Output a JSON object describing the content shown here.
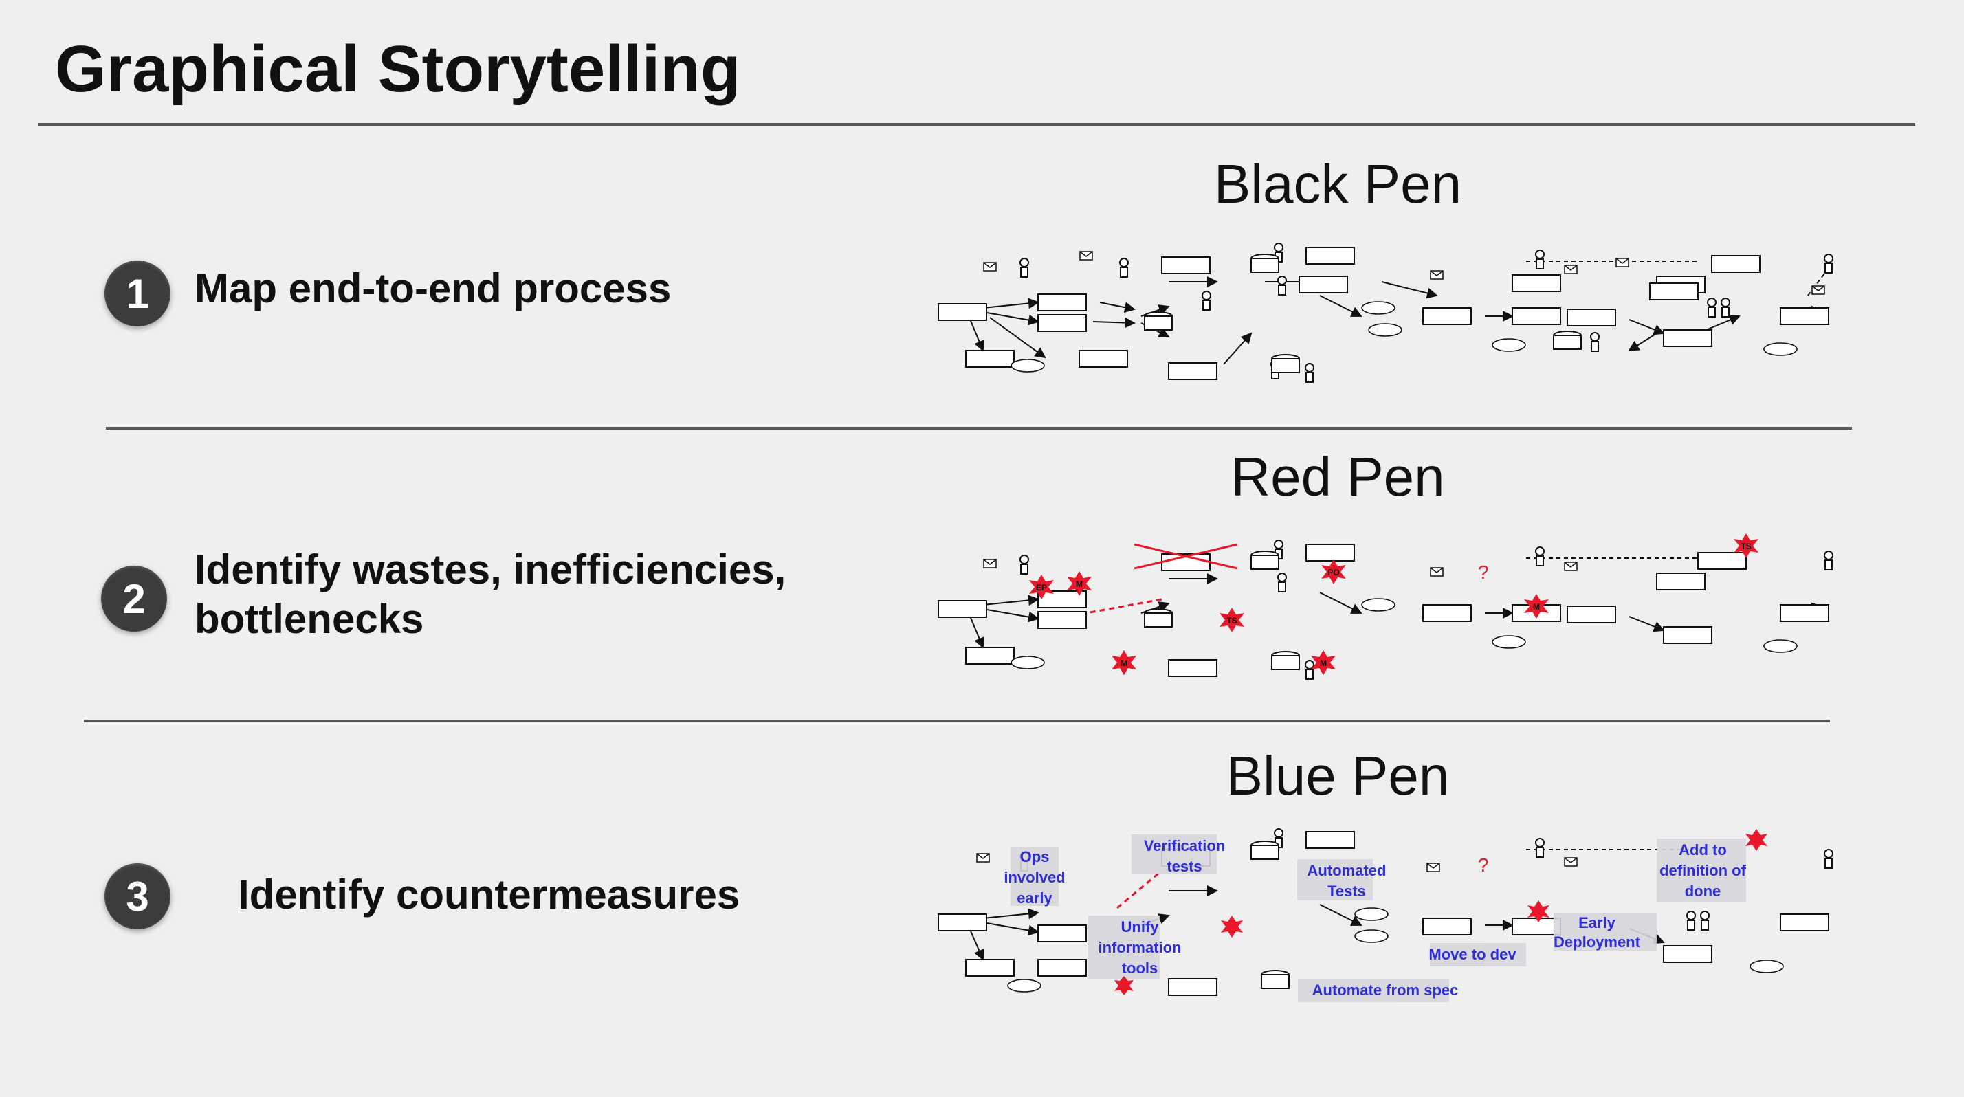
{
  "page_title": "Graphical Storytelling",
  "steps": [
    {
      "number": "1",
      "text_lines": [
        "Map end-to-end process"
      ],
      "pen_label": "Black Pen"
    },
    {
      "number": "2",
      "text_lines": [
        "Identify wastes, inefficiencies,",
        "bottlenecks"
      ],
      "pen_label": "Red Pen"
    },
    {
      "number": "3",
      "text_lines": [
        "Identify countermeasures"
      ],
      "pen_label": "Blue Pen"
    }
  ],
  "red_markers": [
    "EP",
    "M",
    "PO",
    "TS",
    "M",
    "M",
    "TS",
    "M"
  ],
  "red_question_mark": "?",
  "blue_notes": [
    "Ops",
    "involved",
    "early",
    "Verification",
    "tests",
    "Automated",
    "Tests",
    "Unify",
    "information",
    "tools",
    "Move to dev",
    "Early",
    "Deployment",
    "Add to",
    "definition of",
    "done",
    "Automate from spec"
  ],
  "colors": {
    "ink": "#111111",
    "red": "#e8182a",
    "blue": "#2c2cd8",
    "background": "#efefef"
  }
}
